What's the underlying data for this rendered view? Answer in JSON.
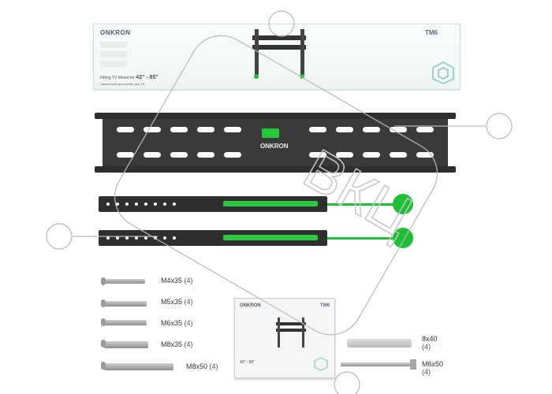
{
  "box_top": {
    "brand": "ONKRON",
    "model": "TM6",
    "size_prefix": "Fitting TV Mount for",
    "size_range": "43\" - 85\"",
    "subtitle": "Наклонный кронштейн для ТВ"
  },
  "wall_plate": {
    "brand": "ONKRON"
  },
  "screws": [
    {
      "label": "M4x35",
      "qty": "(4)"
    },
    {
      "label": "M5x35",
      "qty": "(4)"
    },
    {
      "label": "M6x35",
      "qty": "(4)"
    },
    {
      "label": "M8x35",
      "qty": "(4)"
    },
    {
      "label": "M8x50",
      "qty": "(4)"
    }
  ],
  "booklet": {
    "brand": "ONKRON",
    "model": "TM6",
    "size_range": "43\" - 85\""
  },
  "anchors": [
    {
      "label": "8x40",
      "qty": "(4)"
    },
    {
      "label": "M6x50",
      "qty": "(4)"
    }
  ],
  "colors": {
    "accent_green": "#1fbf35",
    "metal_dark": "#2f2f2f"
  }
}
